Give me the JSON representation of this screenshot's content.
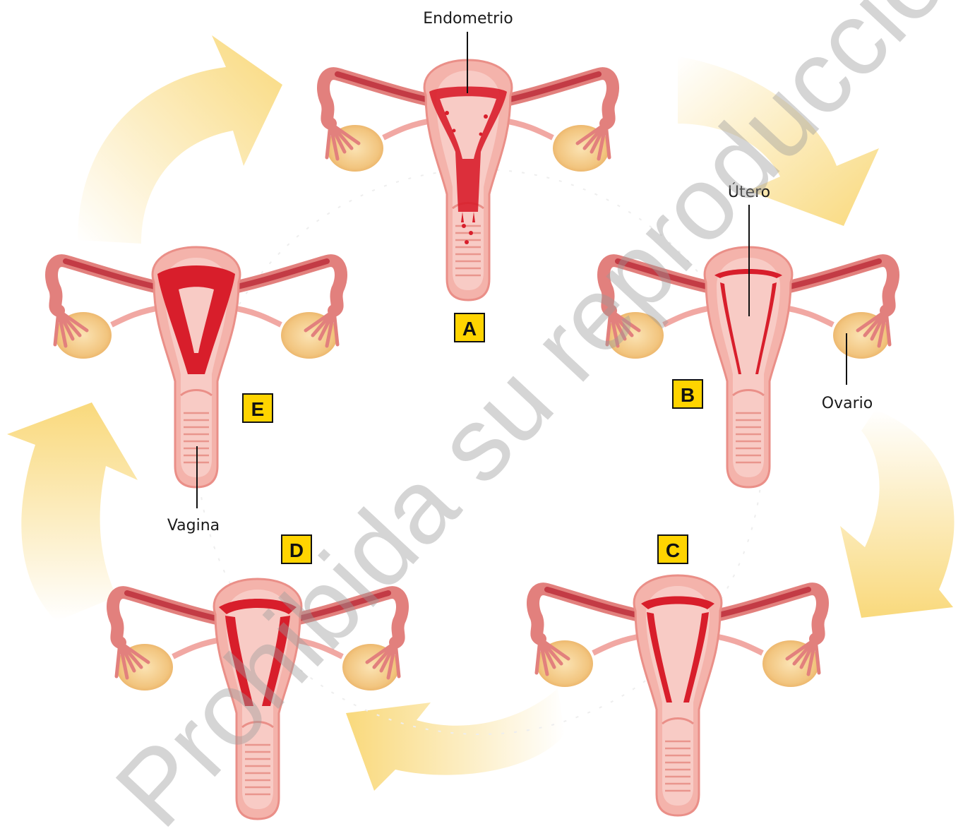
{
  "labels": {
    "endometrio": "Endometrio",
    "utero": "Útero",
    "ovario": "Ovario",
    "vagina": "Vagina"
  },
  "stages": [
    "A",
    "B",
    "C",
    "D",
    "E"
  ],
  "watermark": "Prohibida su reproducción",
  "colors": {
    "arrow": "#f8d87a",
    "tissue": "#f2a7a0",
    "tissue_light": "#f7c6c0",
    "endometrium": "#d81e2b",
    "tube": "#c94a52",
    "ovary": "#f3c889",
    "badge": "#ffd400"
  }
}
